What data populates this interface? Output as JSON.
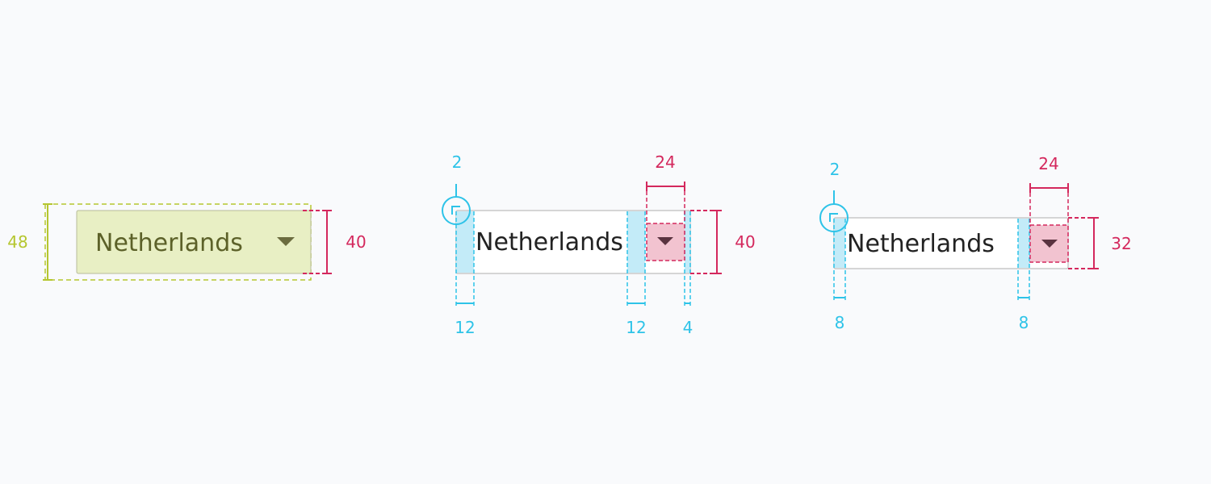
{
  "colors": {
    "background": "#f9fafc",
    "target_green": "#b5c62f",
    "target_fill": "#e8efc4",
    "target_text": "#5c6129",
    "spec_pink": "#d4285d",
    "pink_fill": "#f2c3d0",
    "spec_cyan": "#2ec3e8",
    "cyan_fill": "#c3ebf8",
    "field_border": "#c8c8c8",
    "field_text": "#222222",
    "arrow_dark": "#5a3340"
  },
  "dropdowns": [
    {
      "id": "touch",
      "value": "Netherlands",
      "labels": {
        "target_height": "48",
        "height": "40"
      }
    },
    {
      "id": "large",
      "value": "Netherlands",
      "labels": {
        "radius": "2",
        "icon_size": "24",
        "height": "40",
        "padding_left": "12",
        "gap": "12",
        "padding_right": "4"
      }
    },
    {
      "id": "small",
      "value": "Netherlands",
      "labels": {
        "radius": "2",
        "icon_size": "24",
        "height": "32",
        "padding_left": "8",
        "gap": "8"
      }
    }
  ]
}
